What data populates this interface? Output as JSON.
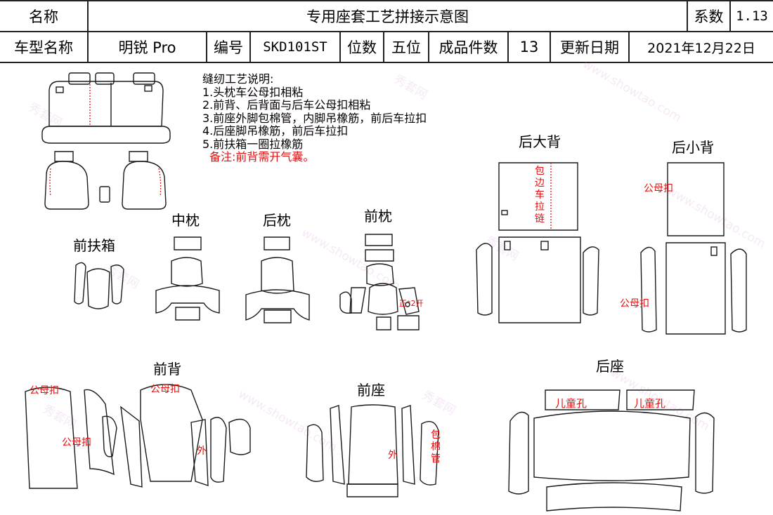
{
  "header": {
    "name_label": "名称",
    "title": "专用座套工艺拼接示意图",
    "coef_label": "系数",
    "coef_value": "1.13",
    "model_label": "车型名称",
    "model_value": "明锐 Pro",
    "code_label": "编号",
    "code_value": "SKD101ST",
    "seats_label": "位数",
    "seats_value": "五位",
    "pieces_label": "成品件数",
    "pieces_value": "13",
    "date_label": "更新日期",
    "date_value": "2021年12月22日"
  },
  "notes": {
    "title": "缝纫工艺说明:",
    "items": [
      "1.头枕车公母扣相粘",
      "2.前背、后背面与后车公母扣相粘",
      "3.前座外脚包棉管，内脚吊橡筋，前后车拉扣",
      "4.后座脚吊橡筋，前后车拉扣",
      "5.前扶箱一圈拉橡筋"
    ],
    "remark": "备注:前背需开气囊。"
  },
  "labels": {
    "front_armrest": "前扶箱",
    "mid_headrest": "中枕",
    "rear_headrest": "后枕",
    "front_headrest": "前枕",
    "rear_big_back": "后大背",
    "rear_small_back": "后小背",
    "front_back": "前背",
    "front_seat": "前座",
    "rear_seat": "后座"
  },
  "annotations": {
    "zip_vertical": [
      "包",
      "边",
      "车",
      "拉",
      "链"
    ],
    "snap": "公母扣",
    "pair_open": "正*2开",
    "outer": "外",
    "cotton_tube": [
      "包",
      "棉",
      "管"
    ],
    "child_hole": "儿童孔"
  },
  "watermark": [
    "秀套网",
    "www.showtao.com"
  ],
  "colors": {
    "annotation": "#e01010",
    "line": "#1a1a1a"
  }
}
